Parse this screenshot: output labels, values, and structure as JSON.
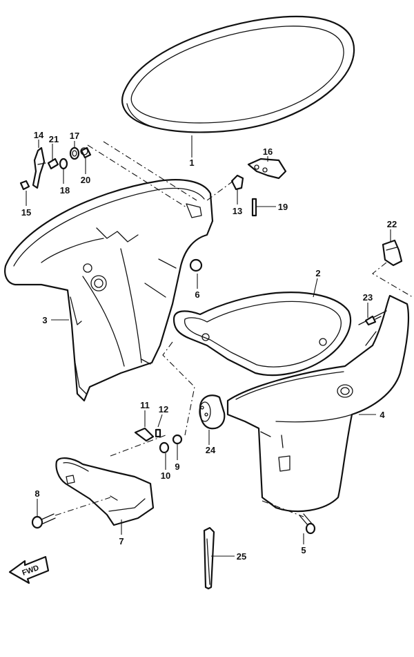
{
  "callouts": [
    {
      "id": "1",
      "label": "1"
    },
    {
      "id": "2",
      "label": "2"
    },
    {
      "id": "3",
      "label": "3"
    },
    {
      "id": "4",
      "label": "4"
    },
    {
      "id": "5",
      "label": "5"
    },
    {
      "id": "6",
      "label": "6"
    },
    {
      "id": "7",
      "label": "7"
    },
    {
      "id": "8",
      "label": "8"
    },
    {
      "id": "9",
      "label": "9"
    },
    {
      "id": "10",
      "label": "10"
    },
    {
      "id": "11",
      "label": "11"
    },
    {
      "id": "12",
      "label": "12"
    },
    {
      "id": "13",
      "label": "13"
    },
    {
      "id": "14",
      "label": "14"
    },
    {
      "id": "15",
      "label": "15"
    },
    {
      "id": "16",
      "label": "16"
    },
    {
      "id": "17",
      "label": "17"
    },
    {
      "id": "18",
      "label": "18"
    },
    {
      "id": "19",
      "label": "19"
    },
    {
      "id": "20",
      "label": "20"
    },
    {
      "id": "21",
      "label": "21"
    },
    {
      "id": "22",
      "label": "22"
    },
    {
      "id": "23",
      "label": "23"
    },
    {
      "id": "24",
      "label": "24"
    },
    {
      "id": "25",
      "label": "25"
    }
  ],
  "direction_indicator": {
    "label": "FWD",
    "icon": "fwd-arrow-icon"
  }
}
